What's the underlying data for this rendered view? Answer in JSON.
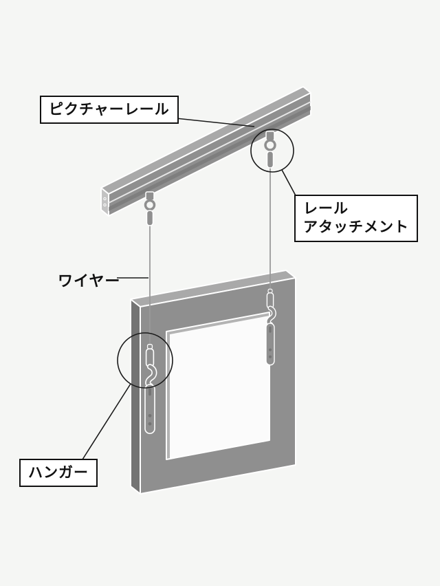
{
  "labels": {
    "picture_rail": "ピクチャーレール",
    "rail_attachment_line1": "レール",
    "rail_attachment_line2": "アタッチメント",
    "wire": "ワイヤー",
    "hanger": "ハンガー"
  },
  "colors": {
    "background": "#f5f6f4",
    "part_mid": "#8f8f8f",
    "part_light": "#a9a9a9",
    "part_dark": "#747474",
    "part_lighter": "#c3c3c3",
    "outline": "#ffffff",
    "annotation": "#1a1a1a",
    "wire": "#9a9a9a",
    "opening": "#fbfbfb",
    "label_border": "#111111"
  }
}
